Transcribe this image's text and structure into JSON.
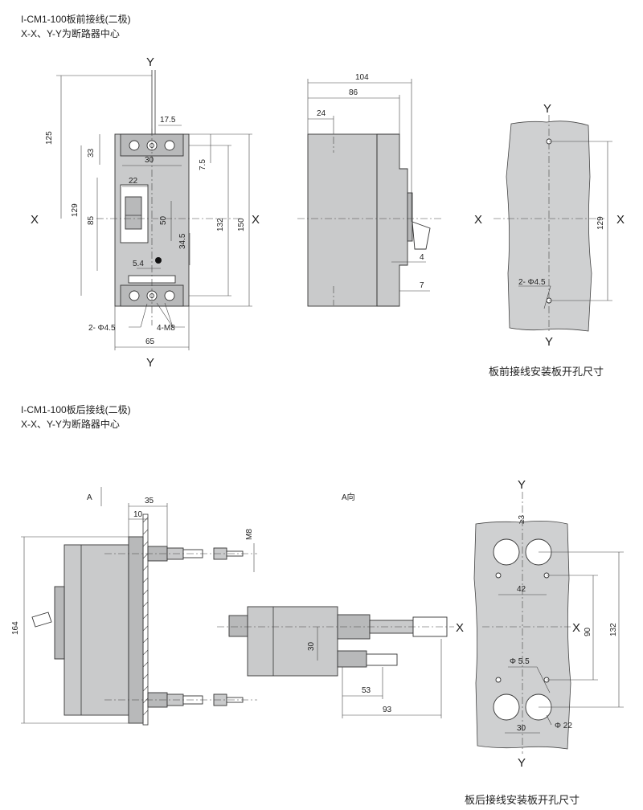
{
  "section1": {
    "title": "I-CM1-100板前接线(二极)",
    "subtitle": "X-X、Y-Y为断路器中心",
    "caption": "板前接线安装板开孔尺寸"
  },
  "section2": {
    "title": "I-CM1-100板后接线(二极)",
    "subtitle": "X-X、Y-Y为断路器中心",
    "caption": "板后接线安装板开孔尺寸",
    "view_a": "A",
    "view_a_dir": "A向"
  },
  "axes": {
    "x": "X",
    "y": "Y"
  },
  "dims_front": {
    "d125": "125",
    "d17_5": "17.5",
    "d33": "33",
    "d30": "30",
    "d7_5": "7.5",
    "d22": "22",
    "d129": "129",
    "d85": "85",
    "d50": "50",
    "d132": "132",
    "d150": "150",
    "d34_5": "34.5",
    "d5_4": "5.4",
    "d65": "65",
    "hole_note": "2- Φ4.5",
    "screw_note": "4-M8"
  },
  "dims_side": {
    "d104": "104",
    "d86": "86",
    "d24": "24",
    "d4": "4",
    "d7": "7"
  },
  "dims_cutout1": {
    "d129": "129",
    "hole_note": "2- Φ4.5"
  },
  "dims_rear": {
    "d35": "35",
    "d10": "10",
    "d164": "164",
    "m8": "M8",
    "d30": "30",
    "d53": "53",
    "d93": "93"
  },
  "dims_cutout2": {
    "ge3": "≥3",
    "d42": "42",
    "d90": "90",
    "d132": "132",
    "phi5_5": "Φ 5.5",
    "phi22": "Φ 22",
    "d30": "30"
  }
}
